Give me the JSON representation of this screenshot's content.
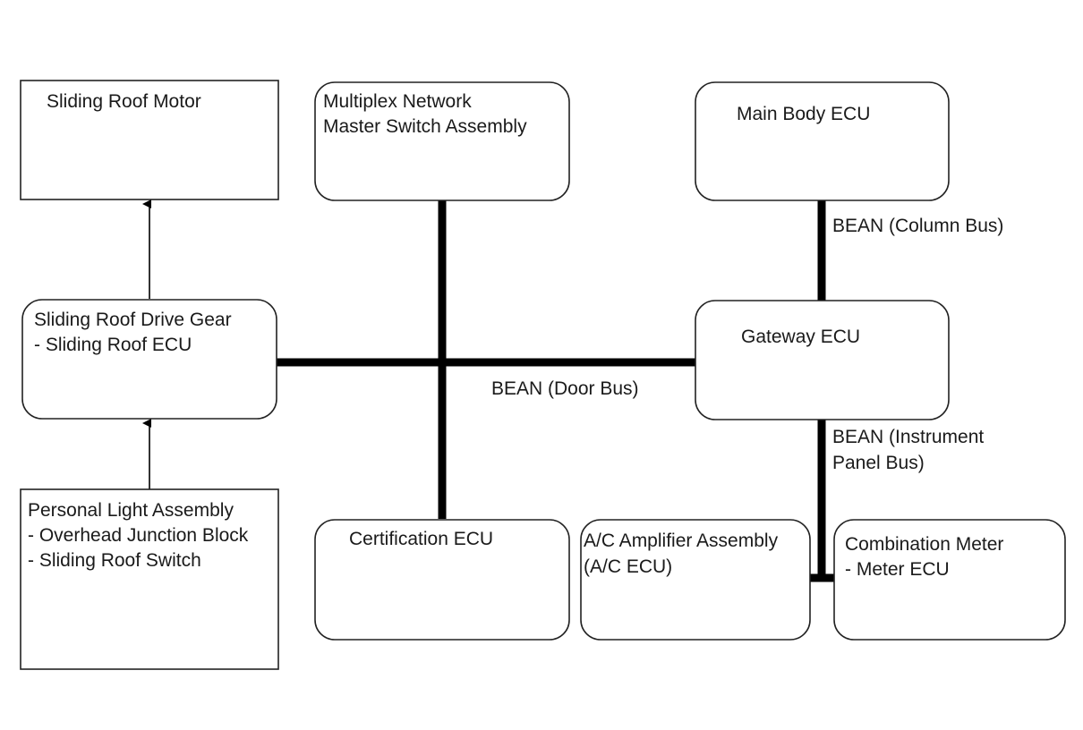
{
  "nodes": {
    "sliding_roof_motor": {
      "lines": [
        "Sliding Roof Motor"
      ]
    },
    "multiplex_master_switch": {
      "lines": [
        "Multiplex Network",
        "Master Switch Assembly"
      ]
    },
    "main_body_ecu": {
      "lines": [
        "Main Body ECU"
      ]
    },
    "sliding_roof_drive_gear": {
      "lines": [
        "Sliding Roof Drive Gear",
        "- Sliding Roof ECU"
      ]
    },
    "gateway_ecu": {
      "lines": [
        "Gateway ECU"
      ]
    },
    "personal_light_assembly": {
      "lines": [
        "Personal Light Assembly",
        "- Overhead Junction Block",
        "- Sliding Roof Switch"
      ]
    },
    "certification_ecu": {
      "lines": [
        "Certification ECU"
      ]
    },
    "ac_amplifier_assembly": {
      "lines": [
        "A/C Amplifier Assembly",
        "(A/C ECU)"
      ]
    },
    "combination_meter": {
      "lines": [
        "Combination Meter",
        "- Meter ECU"
      ]
    }
  },
  "buses": {
    "door_bus": {
      "lines": [
        "BEAN (Door Bus)"
      ]
    },
    "column_bus": {
      "lines": [
        "BEAN (Column Bus)"
      ]
    },
    "instrument_panel_bus": {
      "lines": [
        "BEAN (Instrument",
        "Panel Bus)"
      ]
    }
  },
  "colors": {
    "line": "#000000",
    "box_stroke": "#222222",
    "text": "#1a1a1a",
    "background": "#ffffff"
  }
}
